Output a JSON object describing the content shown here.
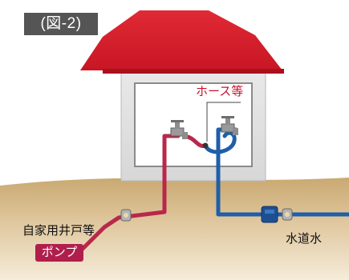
{
  "figure_label": "(図-2)",
  "labels": {
    "hose": "ホース等",
    "private_well": "自家用井戸等",
    "pump": "ポンプ",
    "tap_water": "水道水"
  },
  "colors": {
    "roof": "#d41c2c",
    "ground": "#d6b98a",
    "well_pipe": "#b8284a",
    "water_pipe": "#1f5fa8",
    "meter": "#1d4f93",
    "pump_badge": "#b01f4c",
    "figure_badge": "#555555"
  }
}
